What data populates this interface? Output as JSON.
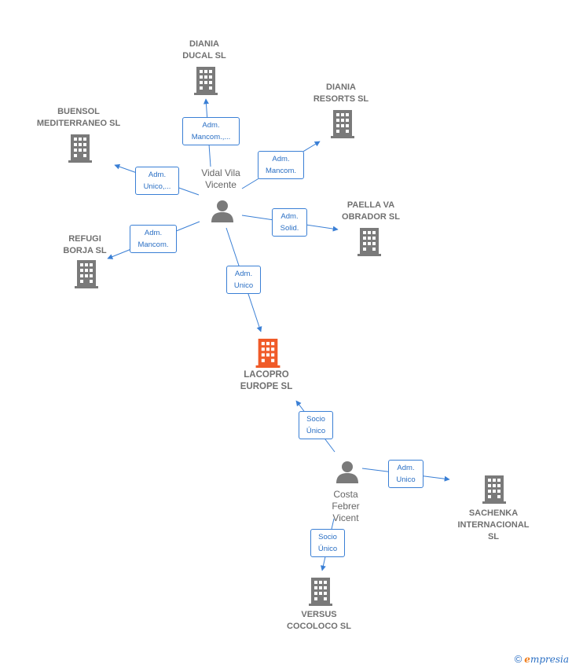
{
  "companies": {
    "diania_ducal": "DIANIA\nDUCAL  SL",
    "diania_resorts": "DIANIA\nRESORTS  SL",
    "buensol": "BUENSOL\nMEDITERRANEO SL",
    "paella": "PAELLA VA\nOBRADOR  SL",
    "refugi": "REFUGI\nBORJA  SL",
    "lacopro": "LACOPRO\nEUROPE  SL",
    "sachenka": "SACHENKA\nINTERNACIONAL SL",
    "versus": "VERSUS\nCOCOLOCO  SL"
  },
  "persons": {
    "vidal": "Vidal Vila\nVicente",
    "costa": "Costa\nFebrer\nVicent"
  },
  "edges": {
    "vidal_diania_ducal": "Adm.\nMancom.,...",
    "vidal_diania_resorts": "Adm.\nMancom.",
    "vidal_buensol": "Adm.\nUnico,...",
    "vidal_paella": "Adm.\nSolid.",
    "vidal_refugi": "Adm.\nMancom.",
    "vidal_lacopro": "Adm.\nUnico",
    "costa_lacopro": "Socio\nÚnico",
    "costa_sachenka": "Adm.\nUnico",
    "costa_versus": "Socio\nÚnico"
  },
  "colors": {
    "edge": "#3a7fd5",
    "building": "#7a7a7a",
    "main_building": "#f05a28",
    "person": "#7a7a7a"
  },
  "footer": {
    "copyright": "©",
    "brand_e": "e",
    "brand_rest": "mpresia"
  }
}
